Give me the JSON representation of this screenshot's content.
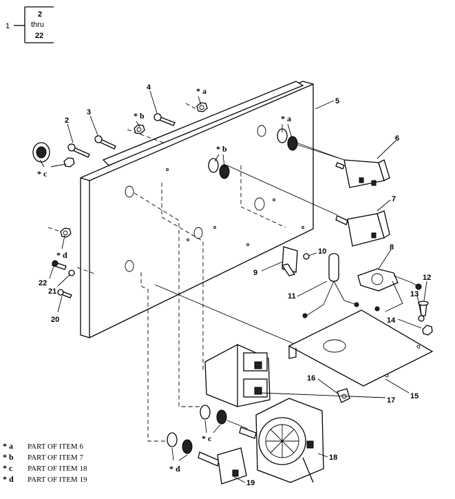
{
  "index_box": {
    "figure_ref": "1",
    "line1": "2",
    "line2": "thru",
    "line3": "22"
  },
  "callouts": [
    "2",
    "3",
    "4",
    "5",
    "6",
    "7",
    "8",
    "9",
    "10",
    "11",
    "12",
    "13",
    "14",
    "15",
    "16",
    "17",
    "18",
    "19",
    "20",
    "21",
    "22"
  ],
  "star_labels": {
    "a1": "* a",
    "a2": "* a",
    "b1": "* b",
    "b2": "* b",
    "c1": "* c",
    "c2": "* c",
    "d1": "* d",
    "d2": "* d"
  },
  "legend": [
    {
      "key": "* a",
      "text": "PART OF ITEM 6"
    },
    {
      "key": "* b",
      "text": "PART OF ITEM 7"
    },
    {
      "key": "* c",
      "text": "PART OF ITEM 18"
    },
    {
      "key": "* d",
      "text": "PART OF ITEM 19"
    }
  ]
}
